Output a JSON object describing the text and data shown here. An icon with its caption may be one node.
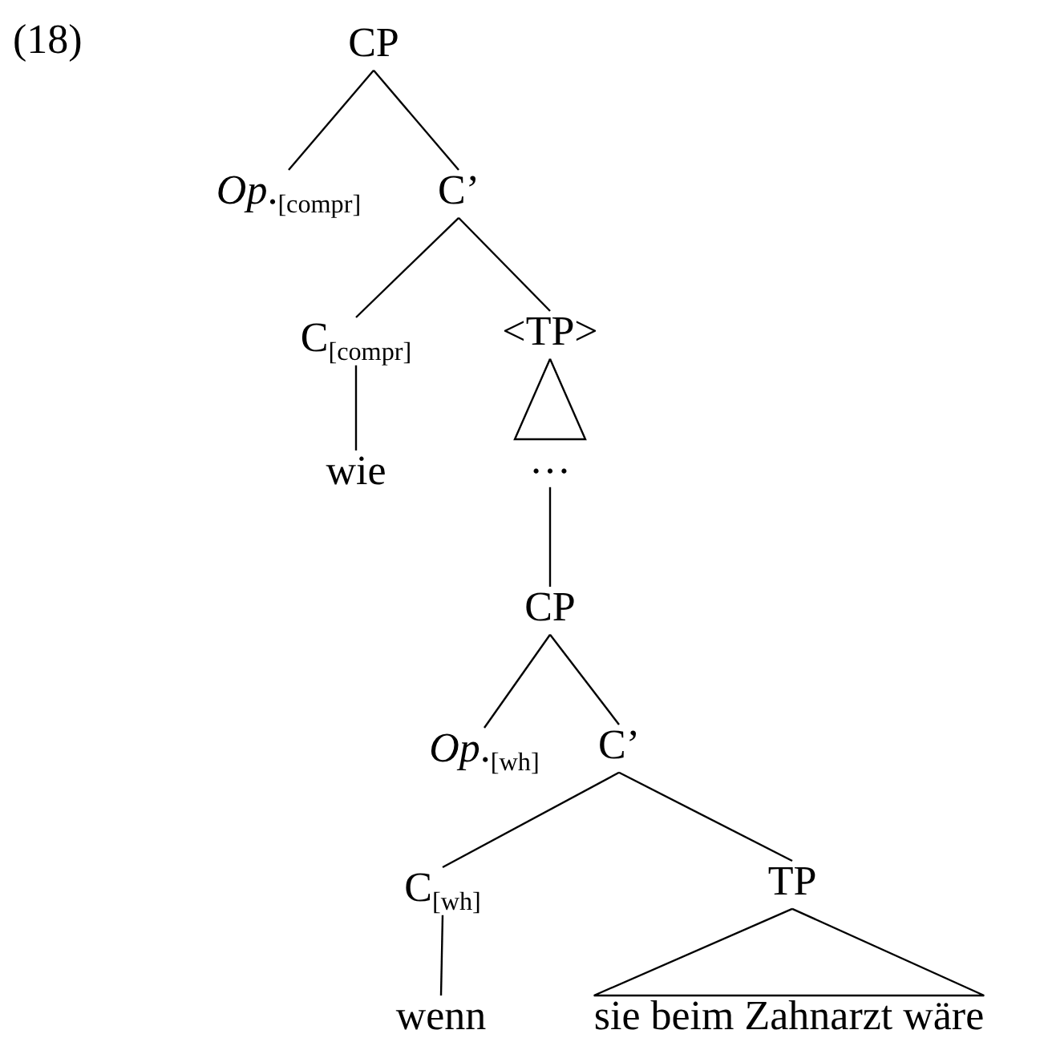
{
  "diagram": {
    "nodes": [
      {
        "text": [
          "CP"
        ]
      },
      {
        "text": [
          "*Op*.$_{[compr]}$"
        ]
      },
      {
        "text": [
          "C’"
        ]
      },
      {
        "text": [
          "C$_{[compr]}$"
        ]
      },
      {
        "text": [
          "<TP>"
        ]
      },
      {
        "text": [
          "wie"
        ]
      },
      {
        "text": [
          "…"
        ]
      },
      {
        "text": [
          "CP"
        ]
      },
      {
        "text": [
          "*Op*.$_{[wh]}$"
        ]
      },
      {
        "text": [
          "C’"
        ]
      },
      {
        "text": [
          "C$_{[wh]}$"
        ]
      },
      {
        "text": [
          "TP"
        ]
      },
      {
        "text": [
          "wenn"
        ]
      },
      {
        "text": [
          "sie beim Zahnarzt wäre"
        ]
      }
    ],
    "edges": [
      {
        "from": 0,
        "to": 1,
        "arrow": "none"
      },
      {
        "from": 0,
        "to": 2,
        "arrow": "none"
      },
      {
        "from": 2,
        "to": 3,
        "arrow": "none"
      },
      {
        "from": 2,
        "to": 4,
        "arrow": "none"
      },
      {
        "from": 3,
        "to": 5,
        "arrow": "none"
      },
      {
        "from": 4,
        "to": 6,
        "arrow": "none"
      },
      {
        "from": 6,
        "to": 7,
        "arrow": "none"
      },
      {
        "from": 7,
        "to": 8,
        "arrow": "none"
      },
      {
        "from": 7,
        "to": 9,
        "arrow": "none"
      },
      {
        "from": 9,
        "to": 10,
        "arrow": "none"
      },
      {
        "from": 9,
        "to": 11,
        "arrow": "none"
      },
      {
        "from": 10,
        "to": 12,
        "arrow": "none"
      },
      {
        "from": 11,
        "to": 13,
        "arrow": "none"
      }
    ],
    "labels": [
      "(18)"
    ]
  }
}
